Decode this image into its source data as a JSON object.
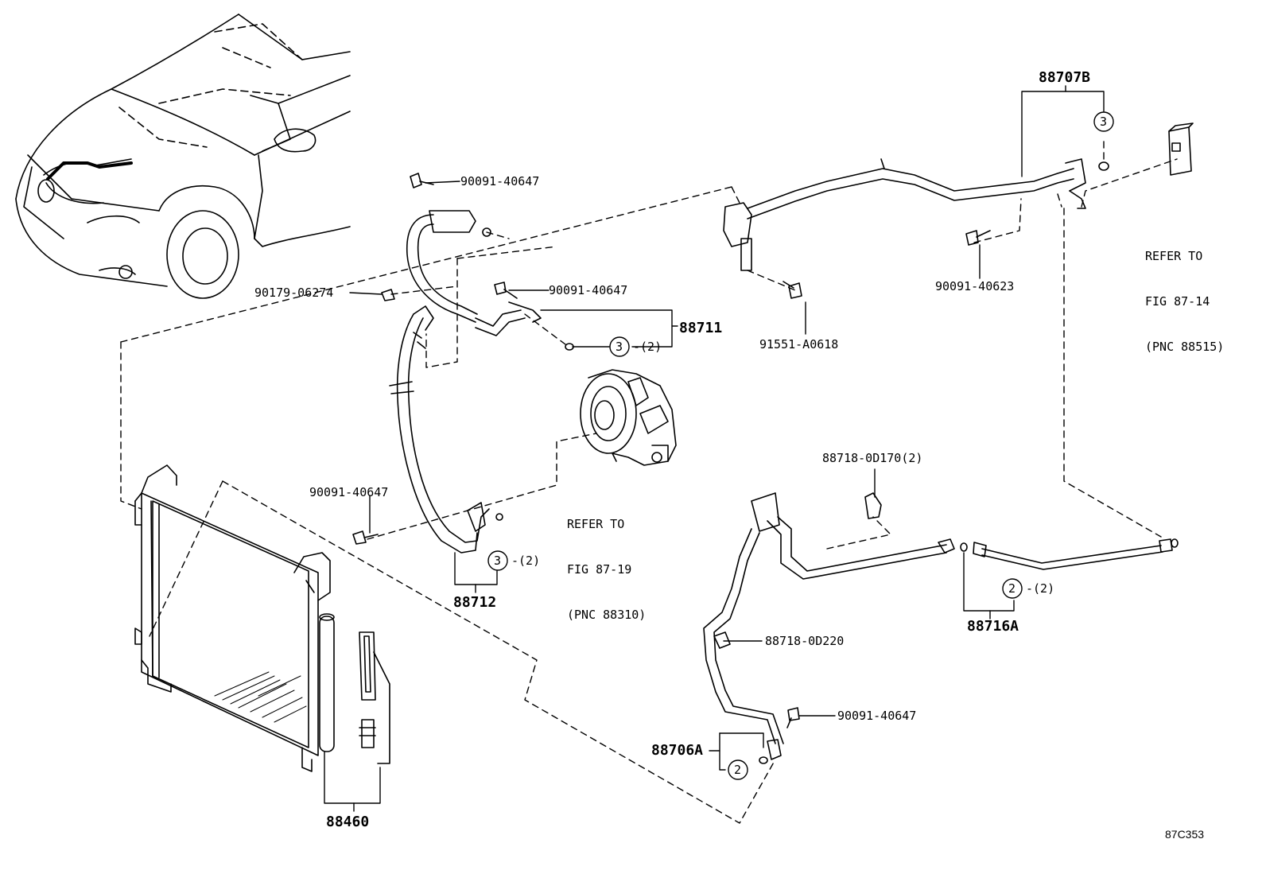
{
  "labels": {
    "p_88707b": "88707B",
    "p_88711": "88711",
    "p_88712": "88712",
    "p_88716a": "88716A",
    "p_88706a": "88706A",
    "p_88460": "88460",
    "bolt_a": "90091-40647",
    "bolt_b": "90091-40647",
    "bolt_c": "90091-40647",
    "bolt_d": "90091-40647",
    "bolt_e": "90091-40623",
    "nut": "90179-06274",
    "bolt_f": "91551-A0618",
    "clamp_a": "88718-0D170(2)",
    "clamp_b": "88718-0D220",
    "ref_compressor_1": "REFER TO",
    "ref_compressor_2": "FIG 87-19",
    "ref_compressor_3": "(PNC 88310)",
    "ref_valve_1": "REFER TO",
    "ref_valve_2": "FIG 87-14",
    "ref_valve_3": "(PNC 88515)",
    "qty_2": "-(2)",
    "figure_id": "87C353"
  },
  "callouts": {
    "three": "3",
    "two": "2"
  }
}
